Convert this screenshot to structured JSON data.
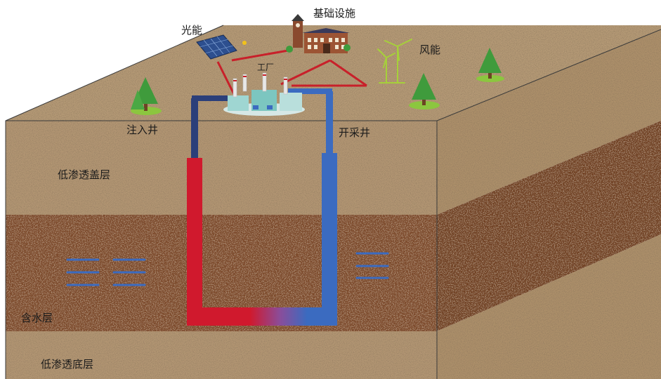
{
  "labels": {
    "solar": "光能",
    "infrastructure": "基础设施",
    "wind": "风能",
    "factory": "工厂",
    "injection_well": "注入井",
    "production_well": "开采井",
    "caprock": "低渗透盖层",
    "aquifer": "含水层",
    "bedrock": "低渗透底层"
  },
  "colors": {
    "hot_fluid": "#d0192d",
    "cold_fluid": "#3b6bc0",
    "power_line": "#c8202a",
    "aquifer": "#7a4a2a",
    "soil": "#b0936f",
    "grass_tree": "#3f9b3c",
    "wind_turbine": "#a6d03a",
    "water_mark": "#3b6bc0"
  }
}
